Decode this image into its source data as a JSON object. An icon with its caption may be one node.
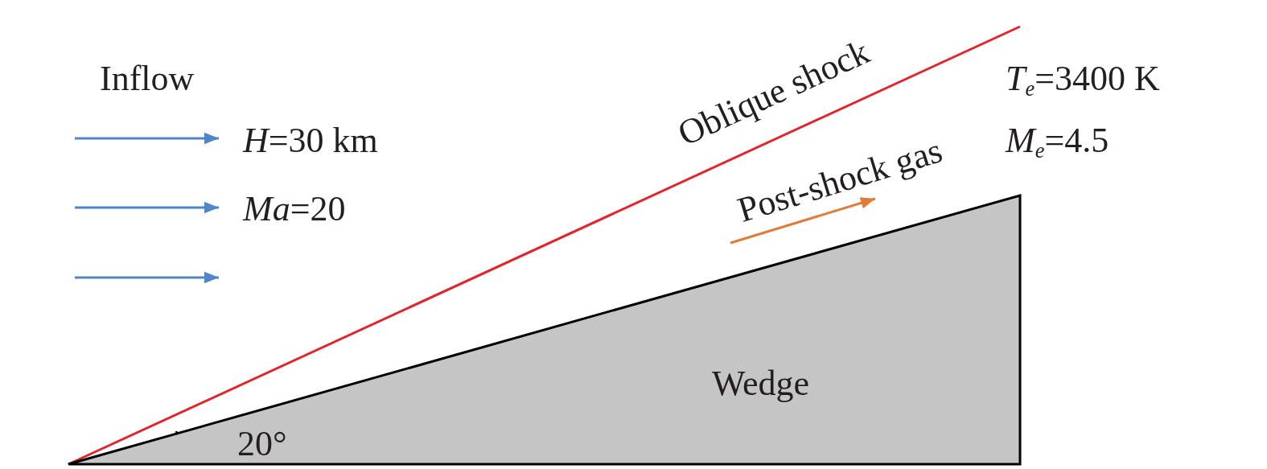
{
  "diagram": {
    "nodes": [
      {
        "text": [
          "Wedge"
        ]
      }
    ],
    "labels": [
      "Inflow",
      "*H*=30 km",
      "*Ma*=20",
      "Oblique shock",
      "Post-shock gas",
      "*T*$_{e}$=3400 K",
      "*M*$_{e}$=4.5",
      "20°"
    ]
  }
}
